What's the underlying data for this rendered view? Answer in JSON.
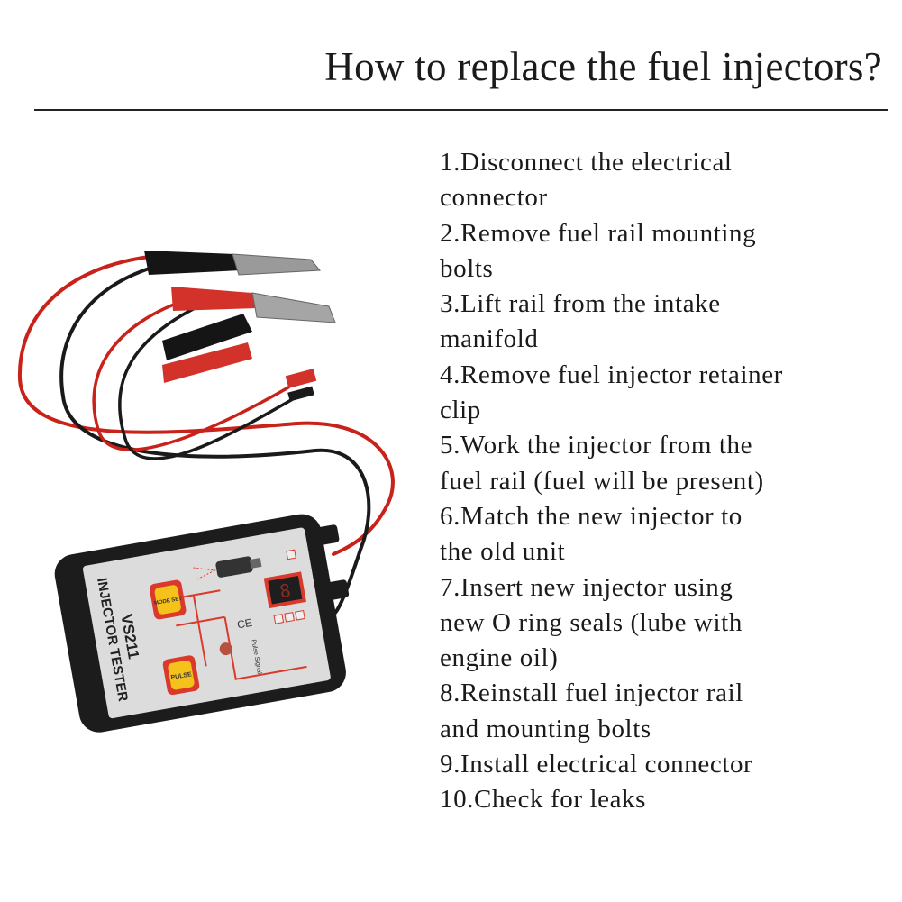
{
  "title": "How to replace the fuel injectors?",
  "steps": [
    "1.Disconnect the electrical",
    "connector",
    "2.Remove fuel rail mounting",
    "bolts",
    "3.Lift rail from the intake",
    "manifold",
    "4.Remove fuel injector retainer",
    "clip",
    "5.Work the injector from the",
    "fuel rail (fuel will be present)",
    "6.Match the new injector to",
    "the old unit",
    "7.Insert new injector using",
    "new O ring seals (lube with",
    "engine oil)",
    "8.Reinstall fuel injector rail",
    "and mounting bolts",
    "9.Install electrical connector",
    "10.Check for leaks"
  ],
  "device": {
    "model": "VS211",
    "name": "INJECTOR TESTER",
    "mode_button": "MODE SET",
    "pulse_button": "PULSE",
    "pulse_label": "Pulse Signal",
    "ce_mark": "CE",
    "display": "8",
    "colors": {
      "body": "#1c1c1c",
      "panel": "#dcdcdc",
      "accent": "#d93a2b",
      "button": "#f4c21a"
    }
  }
}
